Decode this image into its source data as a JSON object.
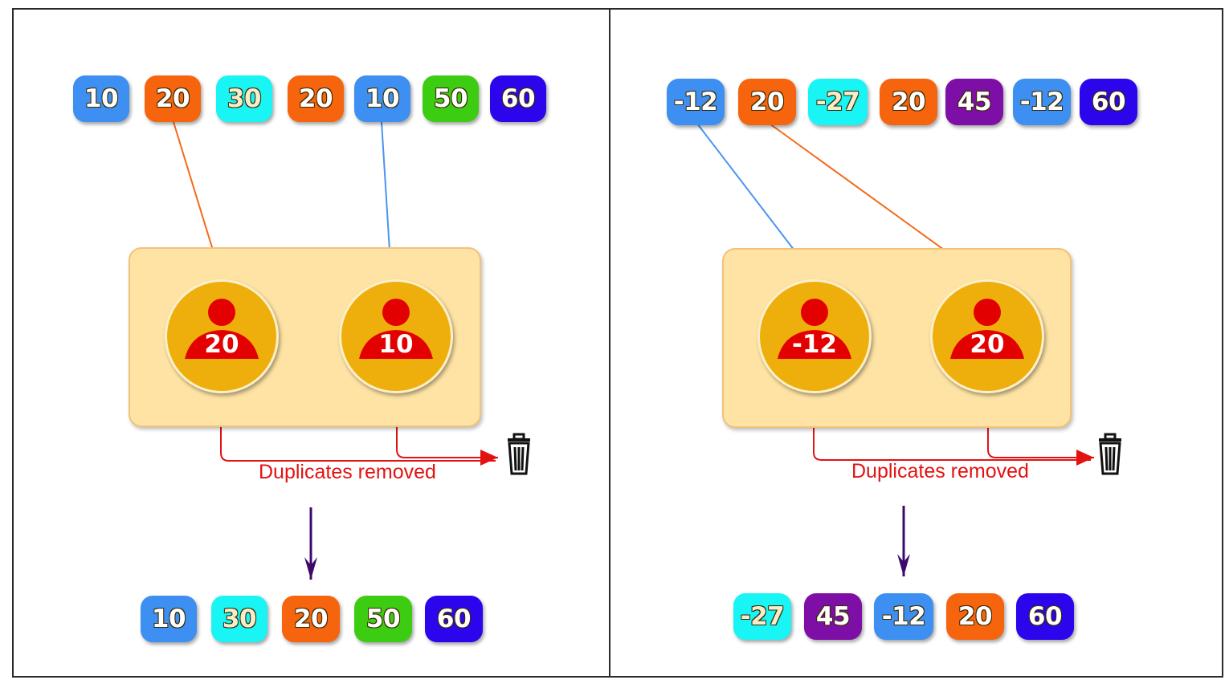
{
  "colors": {
    "chip_10": "#3d8ff1",
    "chip_20": "#f7640e",
    "chip_30": "#19f4f4",
    "chip_50": "#3ccd13",
    "chip_60": "#2d05ec",
    "chip_neg12": "#3d8ff1",
    "chip_neg27": "#19f4f4",
    "chip_45": "#7e0fa6",
    "tray_fill": "#fee3a4",
    "token_fill": "#eeae0c",
    "person_red": "#e30000",
    "arrow_blue": "#4a94f2",
    "arrow_orange": "#f5691a",
    "arrow_red": "#e31212",
    "arrow_purple": "#3d0a6b"
  },
  "left": {
    "input": [
      "10",
      "20",
      "30",
      "20",
      "10",
      "50",
      "60"
    ],
    "duplicates": [
      "20",
      "10"
    ],
    "removed_label": "Duplicates removed",
    "output": [
      "10",
      "30",
      "20",
      "50",
      "60"
    ],
    "icon": "trash-icon"
  },
  "right": {
    "input": [
      "-12",
      "20",
      "-27",
      "20",
      "45",
      "-12",
      "60"
    ],
    "duplicates": [
      "-12",
      "20"
    ],
    "removed_label": "Duplicates removed",
    "output": [
      "-27",
      "45",
      "-12",
      "20",
      "60"
    ],
    "icon": "trash-icon"
  }
}
